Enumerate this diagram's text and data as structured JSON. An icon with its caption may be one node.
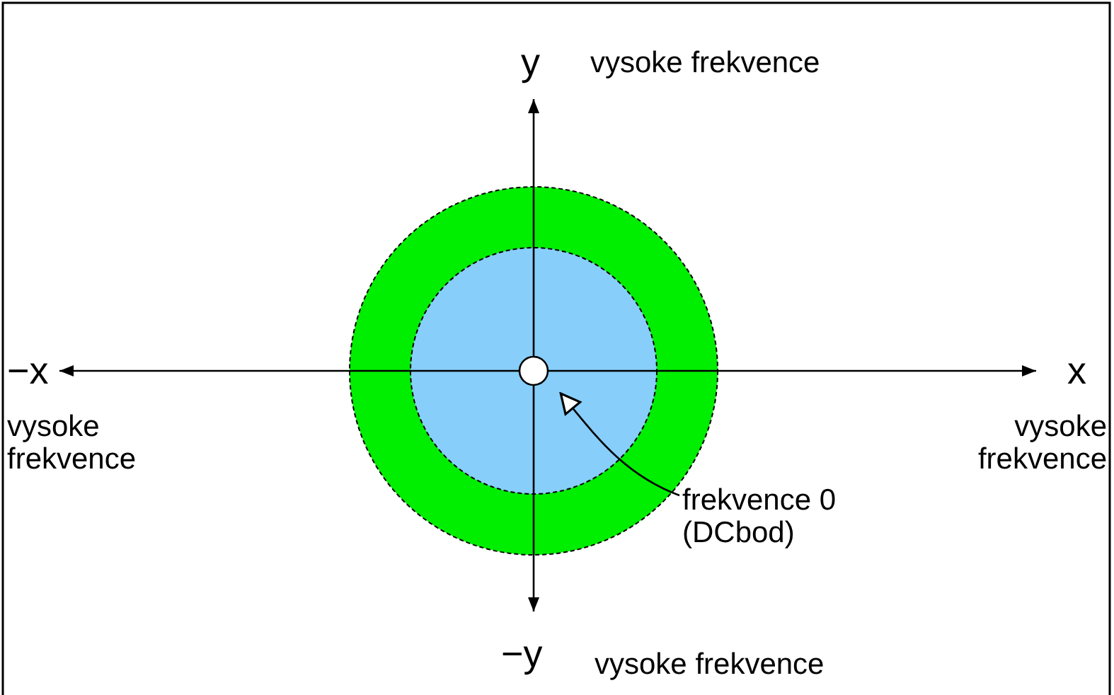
{
  "diagram": {
    "nodes": [
      {
        "text": [],
        "shape": "circle"
      },
      {
        "text": [
          "frekvence 0 (DCbod)"
        ]
      }
    ],
    "edges": [
      {
        "from": 1,
        "to": 0,
        "arrow": "to"
      }
    ],
    "labels": [
      "y",
      "vysoke frekvence",
      "−x",
      "x",
      "vysoke frekvence",
      "vysoke frekvence",
      "−y",
      "vysoke frekvence"
    ]
  }
}
